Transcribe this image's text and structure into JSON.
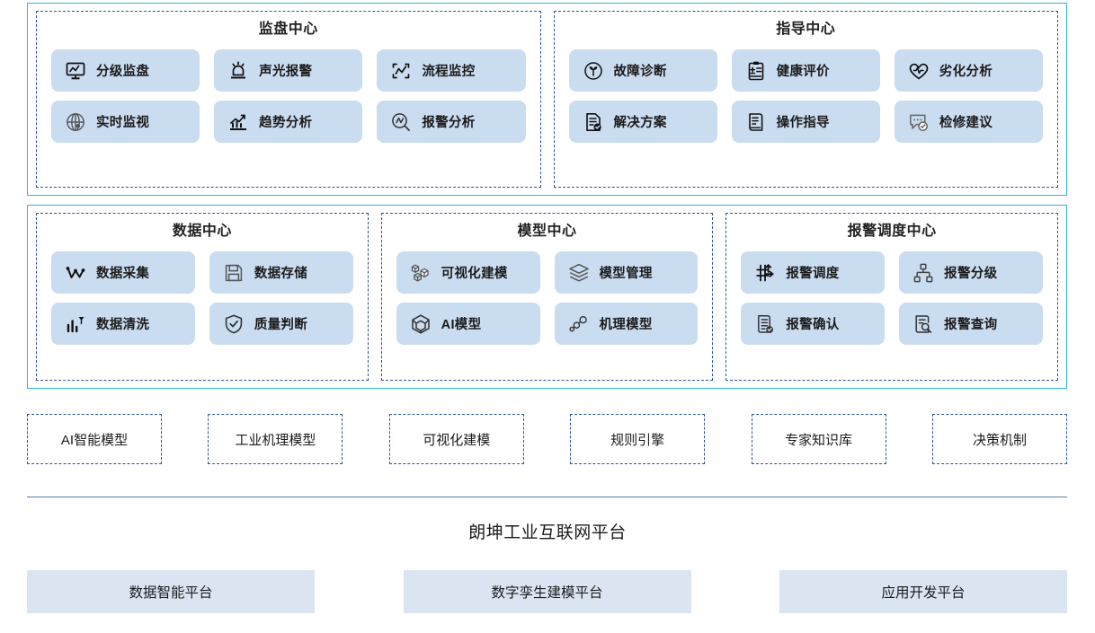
{
  "colors": {
    "band_border": "#2eb3e8",
    "group_border": "#2a52a0",
    "pill_bg": "#cadcf0",
    "platform_box_bg": "#dbe5f2",
    "divider": "#5b7fa6",
    "text": "#1b1b1b"
  },
  "bands": [
    {
      "id": "band-top",
      "groups": [
        {
          "title": "监盘中心",
          "columns": 3,
          "items": [
            {
              "label": "分级监盘",
              "icon": "monitor-chart-icon"
            },
            {
              "label": "声光报警",
              "icon": "alarm-light-icon"
            },
            {
              "label": "流程监控",
              "icon": "process-monitor-icon"
            },
            {
              "label": "实时监视",
              "icon": "globe-grid-icon"
            },
            {
              "label": "趋势分析",
              "icon": "trend-chart-icon"
            },
            {
              "label": "报警分析",
              "icon": "magnifier-wave-icon"
            }
          ]
        },
        {
          "title": "指导中心",
          "columns": 3,
          "items": [
            {
              "label": "故障诊断",
              "icon": "sprout-circle-icon"
            },
            {
              "label": "健康评价",
              "icon": "clipboard-health-icon"
            },
            {
              "label": "劣化分析",
              "icon": "heart-pulse-icon"
            },
            {
              "label": "解决方案",
              "icon": "document-check-icon"
            },
            {
              "label": "操作指导",
              "icon": "manual-book-icon"
            },
            {
              "label": "检修建议",
              "icon": "chat-check-icon"
            }
          ]
        }
      ]
    },
    {
      "id": "band-mid",
      "groups": [
        {
          "title": "数据中心",
          "columns": 2,
          "items": [
            {
              "label": "数据采集",
              "icon": "data-collect-icon"
            },
            {
              "label": "数据存储",
              "icon": "floppy-disk-icon"
            },
            {
              "label": "数据清洗",
              "icon": "bar-filter-icon"
            },
            {
              "label": "质量判断",
              "icon": "shield-check-icon"
            }
          ]
        },
        {
          "title": "模型中心",
          "columns": 2,
          "items": [
            {
              "label": "可视化建模",
              "icon": "cubes-icon"
            },
            {
              "label": "模型管理",
              "icon": "layers-icon"
            },
            {
              "label": "AI模型",
              "icon": "cube-wire-icon"
            },
            {
              "label": "机理模型",
              "icon": "node-graph-icon"
            }
          ]
        },
        {
          "title": "报警调度中心",
          "columns": 2,
          "items": [
            {
              "label": "报警调度",
              "icon": "dispatch-arrows-icon"
            },
            {
              "label": "报警分级",
              "icon": "hierarchy-icon"
            },
            {
              "label": "报警确认",
              "icon": "list-check-icon"
            },
            {
              "label": "报警查询",
              "icon": "doc-search-icon"
            }
          ]
        }
      ]
    }
  ],
  "capabilities": [
    "AI智能模型",
    "工业机理模型",
    "可视化建模",
    "规则引擎",
    "专家知识库",
    "决策机制"
  ],
  "platform": {
    "title": "朗坤工业互联网平台",
    "boxes": [
      "数据智能平台",
      "数字孪生建模平台",
      "应用开发平台"
    ]
  }
}
